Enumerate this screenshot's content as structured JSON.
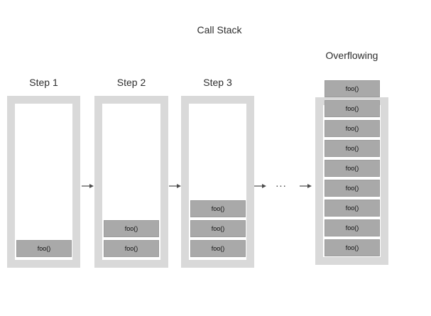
{
  "title": "Call Stack",
  "connector": {
    "dots": "..."
  },
  "colors": {
    "container_fill": "#d9d9d9",
    "block_fill": "#a9a9a9",
    "block_border": "#9c9c9c",
    "text": "#2d2d2d",
    "arrow": "#4d4d4d",
    "background": "#ffffff"
  },
  "stacks": [
    {
      "label": "Step 1",
      "frames": [
        "foo()"
      ]
    },
    {
      "label": "Step 2",
      "frames": [
        "foo()",
        "foo()"
      ]
    },
    {
      "label": "Step 3",
      "frames": [
        "foo()",
        "foo()",
        "foo()"
      ]
    },
    {
      "label": "Overflowing",
      "frames": [
        "foo()",
        "foo()",
        "foo()",
        "foo()",
        "foo()",
        "foo()",
        "foo()",
        "foo()",
        "foo()"
      ]
    }
  ]
}
